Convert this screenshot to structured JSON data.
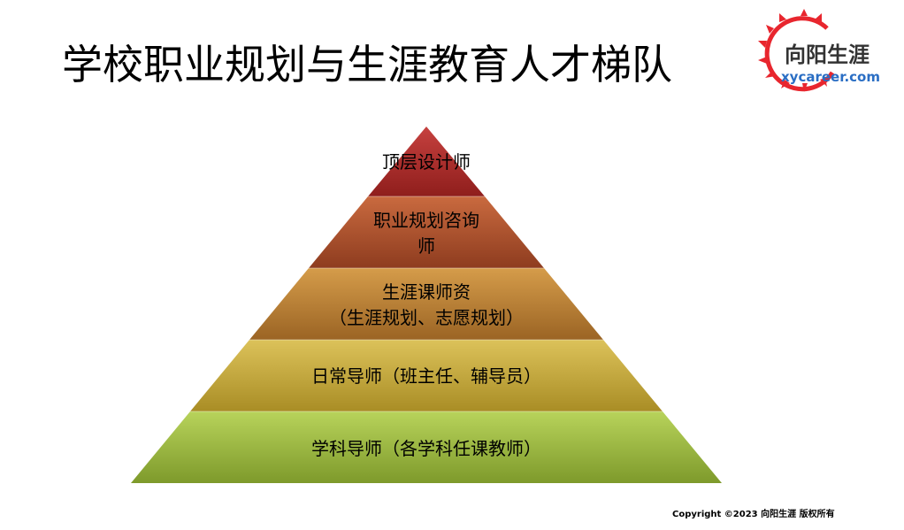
{
  "title": "学校职业规划与生涯教育人才梯队",
  "logo": {
    "name": "向阳生涯",
    "url_text": "xycareer.com"
  },
  "pyramid": {
    "layers": [
      {
        "lines": [
          "顶层设计师"
        ]
      },
      {
        "lines": [
          "职业规划咨询",
          "师"
        ]
      },
      {
        "lines": [
          "生涯课师资",
          "（生涯规划、志愿规划）"
        ]
      },
      {
        "lines": [
          "日常导师（班主任、辅导员）"
        ]
      },
      {
        "lines": [
          "学科导师（各学科任课教师）"
        ]
      }
    ]
  },
  "copyright": "Copyright ©2023 向阳生涯 版权所有"
}
